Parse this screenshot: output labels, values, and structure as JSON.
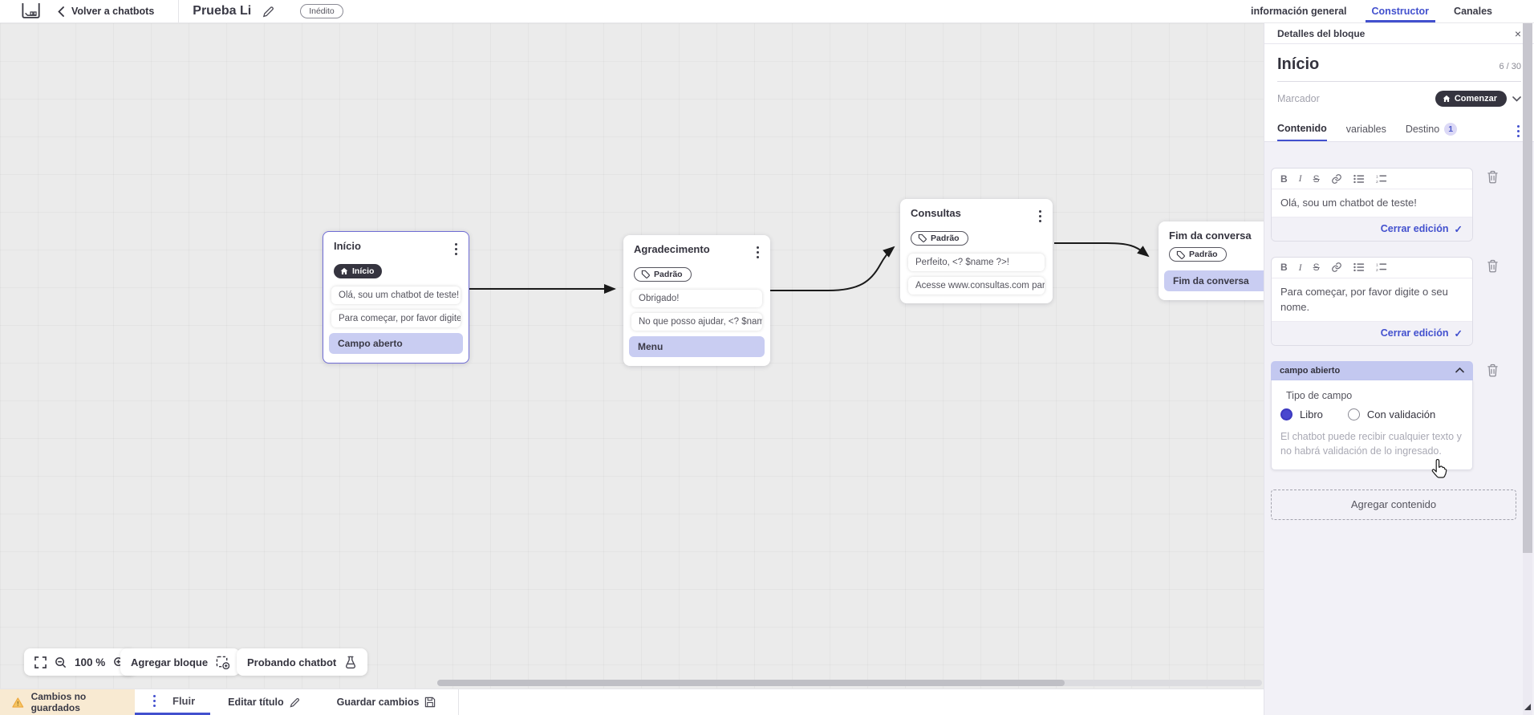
{
  "topbar": {
    "back_label": "Volver a chatbots",
    "chatbot_title": "Prueba Li",
    "status_badge": "Inédito",
    "tabs": {
      "general": "información general",
      "builder": "Constructor",
      "channels": "Canales"
    }
  },
  "panel": {
    "header_title": "Detalles del bloque",
    "block_name": "Início",
    "name_counter": "6 / 30",
    "marker_label": "Marcador",
    "marker_value": "Comenzar",
    "tabs": {
      "content": "Contenido",
      "variables": "variables",
      "destination": "Destino",
      "destination_badge": "1"
    },
    "editors": [
      {
        "text": "Olá, sou um chatbot de teste!",
        "close_label": "Cerrar edición"
      },
      {
        "text": "Para começar, por favor digite o seu nome.",
        "close_label": "Cerrar edición"
      }
    ],
    "open_field": {
      "header": "campo abierto",
      "type_label": "Tipo de campo",
      "option_free": "Libro",
      "option_validated": "Con validación",
      "helper": "El chatbot puede recibir cualquier texto y no habrá validación de lo ingresado."
    },
    "add_content_label": "Agregar contenido"
  },
  "canvas": {
    "nodes": [
      {
        "title": "Início",
        "badge": "Início",
        "rows": [
          {
            "text": "Olá, sou um chatbot de teste!"
          },
          {
            "text": "Para começar, por favor digite o ..."
          },
          {
            "text": "Campo aberto"
          }
        ]
      },
      {
        "title": "Agradecimento",
        "badge": "Padrão",
        "rows": [
          {
            "text": "Obrigado!"
          },
          {
            "text": "No que posso ajudar, <? $name ..."
          },
          {
            "text": "Menu"
          }
        ]
      },
      {
        "title": "Consultas",
        "badge": "Padrão",
        "rows": [
          {
            "text": "Perfeito, <? $name ?>!"
          },
          {
            "text": "Acesse www.consultas.com par..."
          }
        ]
      },
      {
        "title": "Fim da conversa",
        "badge": "Padrão",
        "rows": [
          {
            "text": "Fim da conversa"
          }
        ]
      }
    ]
  },
  "toolbar": {
    "zoom_level": "100 %",
    "add_block_label": "Agregar bloque",
    "test_label": "Probando chatbot"
  },
  "statusbar": {
    "unsaved_label": "Cambios no guardados",
    "flow_tab_label": "Fluir",
    "edit_title_label": "Editar título",
    "save_label": "Guardar cambios"
  },
  "icons": {
    "close": "×",
    "check": "✓",
    "bold": "B",
    "italic": "I",
    "strike": "S"
  },
  "colors": {
    "accent": "#4250ce",
    "dark_badge": "#35343f",
    "lavender_row": "#c9cdf2",
    "panel_bg": "#f2f1f7",
    "field_header_bg": "#c3c8f0",
    "warning_bg": "#f8ead2",
    "warning_icon": "#eda73c",
    "canvas_bg": "#ebebeb",
    "connector": "#1a1a1a"
  }
}
